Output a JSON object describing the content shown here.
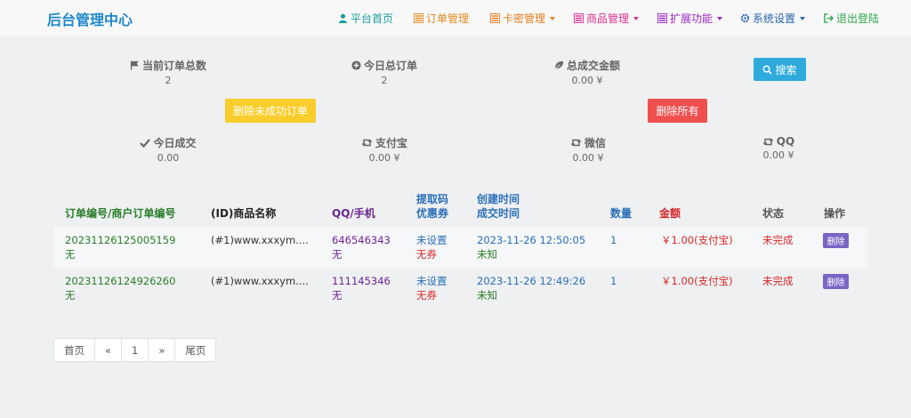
{
  "brand": "后台管理中心",
  "nav": [
    {
      "label": "平台首页",
      "icon": "user-icon",
      "color": "#1a9e9e"
    },
    {
      "label": "订单管理",
      "icon": "list-icon",
      "color": "#e08a1e"
    },
    {
      "label": "卡密管理",
      "icon": "list-icon",
      "color": "#e67e22"
    },
    {
      "label": "商品管理",
      "icon": "list-icon",
      "color": "#d92f8f"
    },
    {
      "label": "扩展功能",
      "icon": "list-icon",
      "color": "#9b27c0"
    },
    {
      "label": "系统设置",
      "icon": "gear-icon",
      "color": "#2563ad"
    },
    {
      "label": "退出登陆",
      "icon": "logout-icon",
      "color": "#2ea84a"
    }
  ],
  "stats": {
    "total_orders": {
      "label": "当前订单总数",
      "value": "2"
    },
    "today_orders": {
      "label": "今日总订单",
      "value": "2"
    },
    "total_amount": {
      "label": "总成交金额",
      "value": "0.00 ¥"
    },
    "today_deal": {
      "label": "今日成交",
      "value": "0.00"
    },
    "alipay": {
      "label": "支付宝",
      "value": "0.00 ¥"
    },
    "wechat": {
      "label": "微信",
      "value": "0.00 ¥"
    },
    "qq": {
      "label": "QQ",
      "value": "0.00 ¥"
    }
  },
  "buttons": {
    "search": "搜索",
    "delete_failed": "删除未成功订单",
    "delete_all": "删除所有"
  },
  "table": {
    "headers": {
      "order_no": "订单编号/商户订单编号",
      "product": "(ID)商品名称",
      "qq_phone": "QQ/手机",
      "code_line1": "提取码",
      "code_line2": "优惠券",
      "time_line1": "创建时间",
      "time_line2": "成交时间",
      "qty": "数量",
      "amount": "金额",
      "status": "状态",
      "action": "操作"
    },
    "rows": [
      {
        "order_no": "20231126125005159",
        "merchant_no": "无",
        "product": "(#1)www.xxxym....",
        "qq": "646546343",
        "phone": "无",
        "code": "未设置",
        "coupon": "无券",
        "created": "2023-11-26 12:50:05",
        "paid": "未知",
        "qty": "1",
        "amount": "￥1.00(支付宝)",
        "status": "未完成",
        "action": "删除"
      },
      {
        "order_no": "20231126124926260",
        "merchant_no": "无",
        "product": "(#1)www.xxxym....",
        "qq": "111145346",
        "phone": "无",
        "code": "未设置",
        "coupon": "无券",
        "created": "2023-11-26 12:49:26",
        "paid": "未知",
        "qty": "1",
        "amount": "￥1.00(支付宝)",
        "status": "未完成",
        "action": "删除"
      }
    ]
  },
  "pager": [
    "首页",
    "«",
    "1",
    "»",
    "尾页"
  ],
  "colors": {
    "brand": "#1e88c9",
    "search_btn": "#2eaadc",
    "delete_failed_btn": "#f9cd2b",
    "delete_all_btn": "#ef4f4f",
    "row_delete_btn": "#7a64c4",
    "green": "#2a7d2a",
    "purple": "#6b2592",
    "blue": "#2b6fb8",
    "red": "#d62728"
  }
}
